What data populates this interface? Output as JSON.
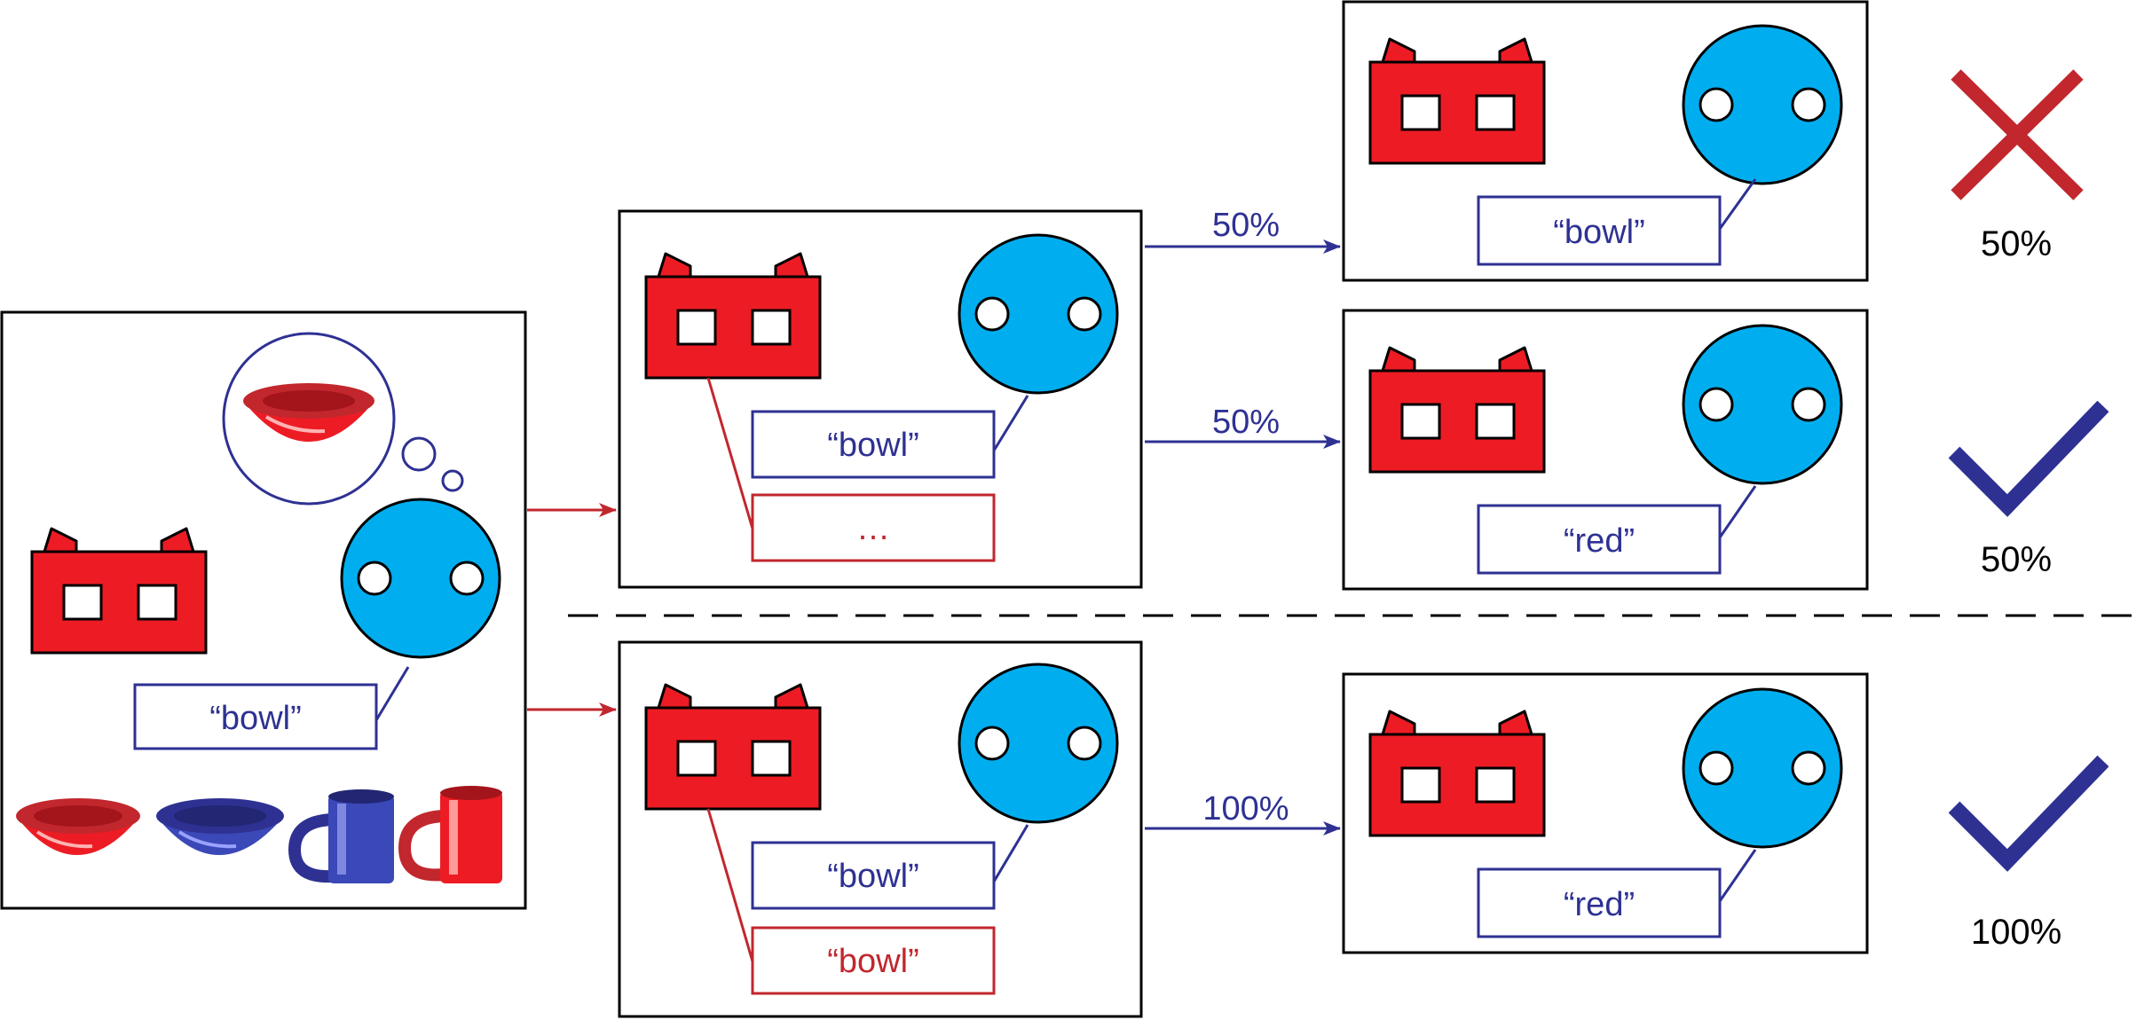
{
  "colors": {
    "robot_red": "#ED1C24",
    "human_blue": "#00AEEF",
    "speech_blue": "#2E3192",
    "thought_red": "#C1272D",
    "outline": "#000000"
  },
  "scene": {
    "utterance": "“bowl”",
    "thought_object": "red bowl",
    "objects": [
      "red bowl",
      "blue bowl",
      "blue mug",
      "red mug"
    ]
  },
  "middle_panels": {
    "top": {
      "human_utterance": "“bowl”",
      "robot_response": "…"
    },
    "bottom": {
      "human_utterance": "“bowl”",
      "robot_response": "“bowl”"
    }
  },
  "transitions": [
    {
      "label": "50%"
    },
    {
      "label": "50%"
    },
    {
      "label": "100%"
    }
  ],
  "outcomes": [
    {
      "human_utterance": "“bowl”",
      "mark": "cross",
      "mark_icon": "cross-icon",
      "percent": "50%"
    },
    {
      "human_utterance": "“red”",
      "mark": "check",
      "mark_icon": "checkmark-icon",
      "percent": "50%"
    },
    {
      "human_utterance": "“red”",
      "mark": "check",
      "mark_icon": "checkmark-icon",
      "percent": "100%"
    }
  ]
}
